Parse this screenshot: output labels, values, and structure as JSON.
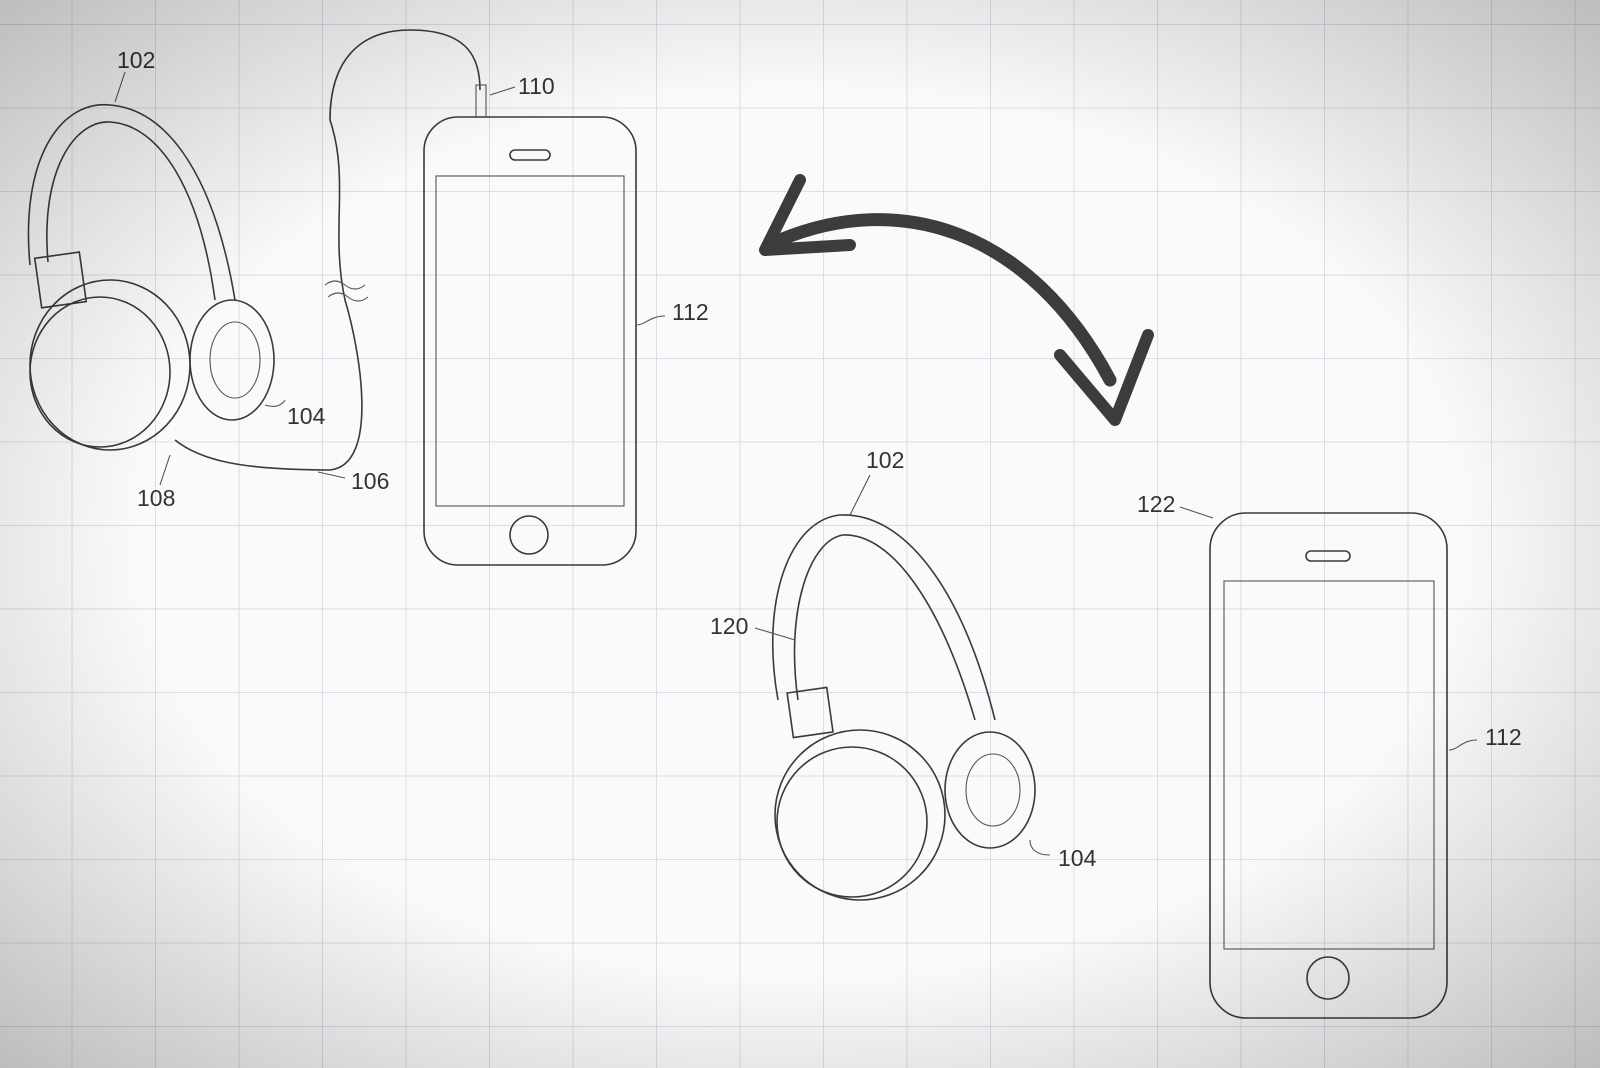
{
  "figure": {
    "top_left": {
      "labels": {
        "headphones": "102",
        "ear_cushion": "104",
        "cable": "106",
        "jack": "108",
        "plug": "110",
        "phone": "112"
      }
    },
    "bottom_right": {
      "labels": {
        "headphones": "102",
        "ear_cushion": "104",
        "wireless_module": "120",
        "device": "122",
        "phone": "112"
      }
    },
    "colors": {
      "grid": "#dcdbe8",
      "arrow": "#3c3c3c",
      "line": "#3a3a3a"
    }
  }
}
